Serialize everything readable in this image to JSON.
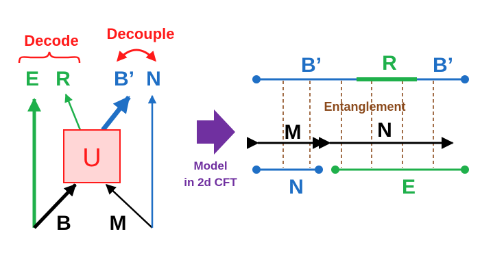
{
  "colors": {
    "red": "#ff1a1a",
    "green": "#1fb04b",
    "blue": "#1f6fc5",
    "black": "#000000",
    "purple": "#7030a0",
    "brown": "#8b4a1c",
    "box_fill": "#ffd6d6"
  },
  "left_circuit": {
    "decode_label": "Decode",
    "decouple_label": "Decouple",
    "out_e": "E",
    "out_r": "R",
    "out_bprime": "B’",
    "out_n": "N",
    "unitary": "U",
    "in_b": "B",
    "in_m": "M"
  },
  "transition": {
    "arrow_icon": "right-arrow-icon",
    "caption_line1": "Model",
    "caption_line2": "in 2d CFT"
  },
  "cft_model": {
    "top_left_bprime": "B’",
    "top_r": "R",
    "top_right_bprime": "B’",
    "entanglement_label": "Entanglement",
    "span_m": "M",
    "span_n": "N",
    "bottom_n": "N",
    "bottom_e": "E"
  }
}
